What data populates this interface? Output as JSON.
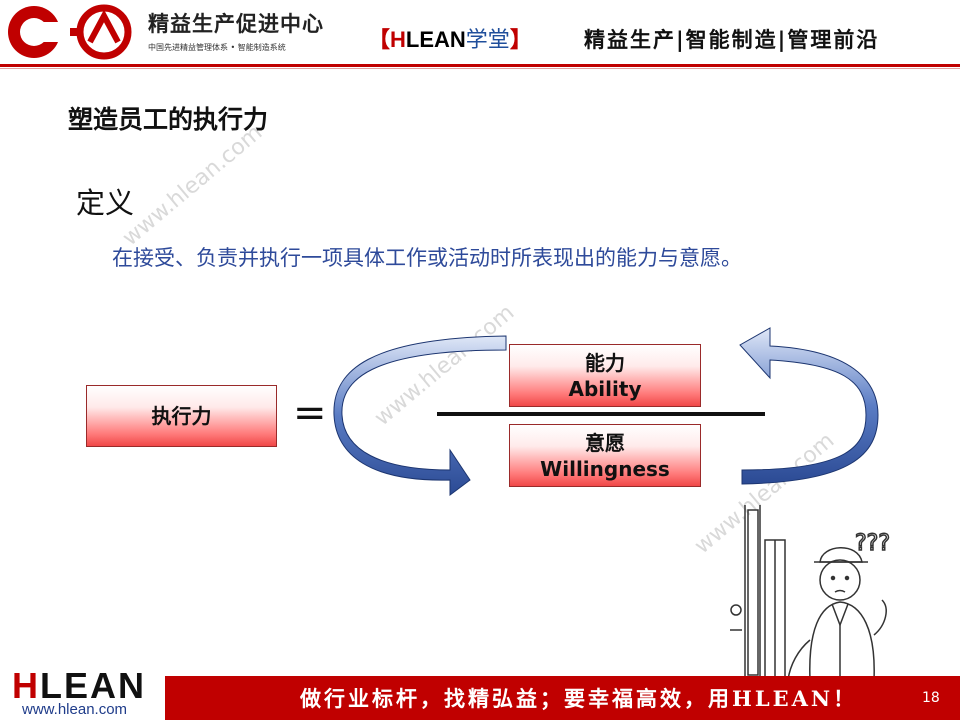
{
  "header": {
    "logo_title": "精益生产促进中心",
    "logo_subtitle": "中国先进精益管理体系 • 智能制造系统",
    "bracket_open": "【",
    "bracket_h": "H",
    "bracket_lean": "LEAN",
    "bracket_xt": "学堂",
    "bracket_close": "】",
    "right_title": "精益生产|智能制造|管理前沿",
    "accent_color": "#c00000"
  },
  "slide": {
    "title": "塑造员工的执行力",
    "definition_label": "定义",
    "definition_text": "在接受、负责并执行一项具体工作或活动时所表现出的能力与意愿。"
  },
  "diagram": {
    "left_box": "执行力",
    "equals": "=",
    "ability_cn": "能力",
    "ability_en": "Ability",
    "willingness_cn": "意愿",
    "willingness_en": "Willingness"
  },
  "watermark": "www.hlean.com",
  "footer": {
    "logo_h": "H",
    "logo_rest": "LEAN",
    "url": "www.hlean.com",
    "slogan": "做行业标杆，找精弘益；要幸福高效，用HLEAN！",
    "page_number": "18"
  }
}
